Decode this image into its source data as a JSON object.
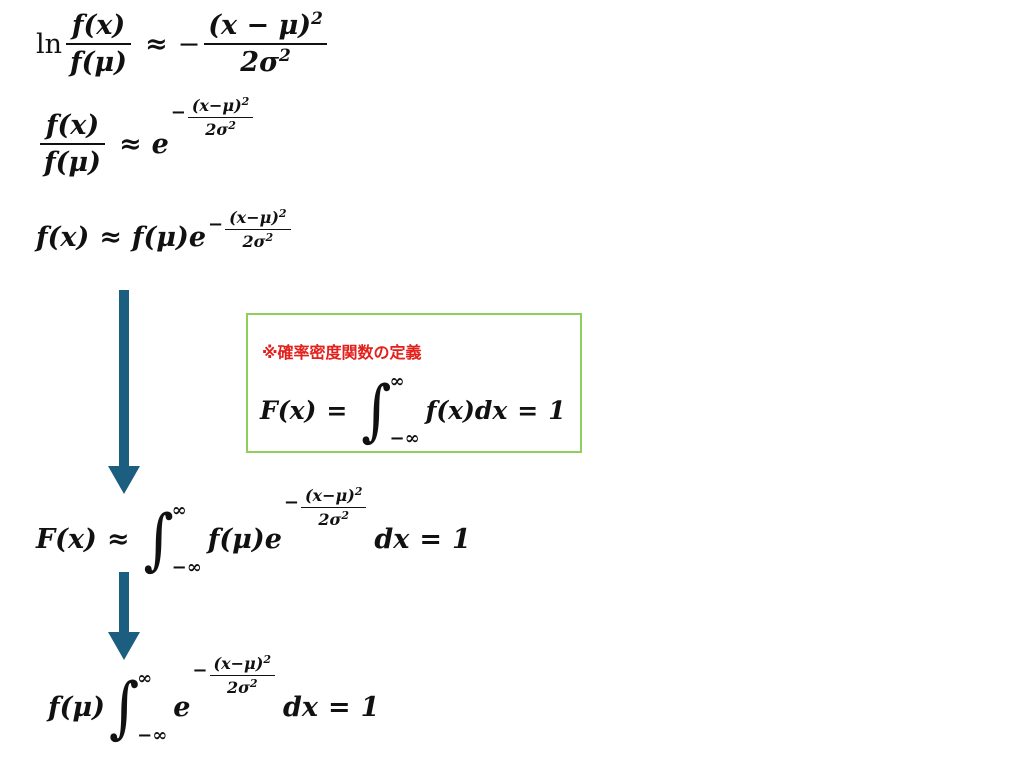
{
  "equations": {
    "eq1": {
      "ln": "ln",
      "num": "f(x)",
      "den": "f(μ)",
      "relation": "≈",
      "minus": "−",
      "rhs_num": "(x − μ)",
      "rhs_num_exp": "2",
      "rhs_den": "2σ",
      "rhs_den_exp": "2"
    },
    "eq2": {
      "num": "f(x)",
      "den": "f(μ)",
      "relation": "≈",
      "base": "e",
      "exp_minus": "−",
      "exp_num": "(x−μ)",
      "exp_num_exp": "2",
      "exp_den": "2σ",
      "exp_den_exp": "2"
    },
    "eq3": {
      "lhs": "f(x)",
      "relation": "≈",
      "factor": "f(μ)",
      "base": "e",
      "exp_minus": "−",
      "exp_num": "(x−μ)",
      "exp_num_exp": "2",
      "exp_den": "2σ",
      "exp_den_exp": "2"
    },
    "eq4": {
      "lhs": "F(x)",
      "relation": "≈",
      "int_upper": "∞",
      "int_lower": "−∞",
      "factor": "f(μ)",
      "base": "e",
      "exp_minus": "−",
      "exp_num": "(x−μ)",
      "exp_num_exp": "2",
      "exp_den": "2σ",
      "exp_den_exp": "2",
      "differential": "dx",
      "equals": "=",
      "rhs": "1"
    },
    "eq5": {
      "factor": "f(μ)",
      "int_upper": "∞",
      "int_lower": "−∞",
      "base": "e",
      "exp_minus": "−",
      "exp_num": "(x−μ)",
      "exp_num_exp": "2",
      "exp_den": "2σ",
      "exp_den_exp": "2",
      "differential": "dx",
      "equals": "=",
      "rhs": "1"
    }
  },
  "note": {
    "title": "※確率密度関数の定義",
    "lhs": "F(x)",
    "equals": "=",
    "int_upper": "∞",
    "int_lower": "−∞",
    "integrand": "f(x)dx",
    "equals2": "=",
    "rhs": "1"
  },
  "colors": {
    "arrow": "#1b5e80",
    "note_border": "#8fce5b",
    "note_title": "#e3201b"
  }
}
